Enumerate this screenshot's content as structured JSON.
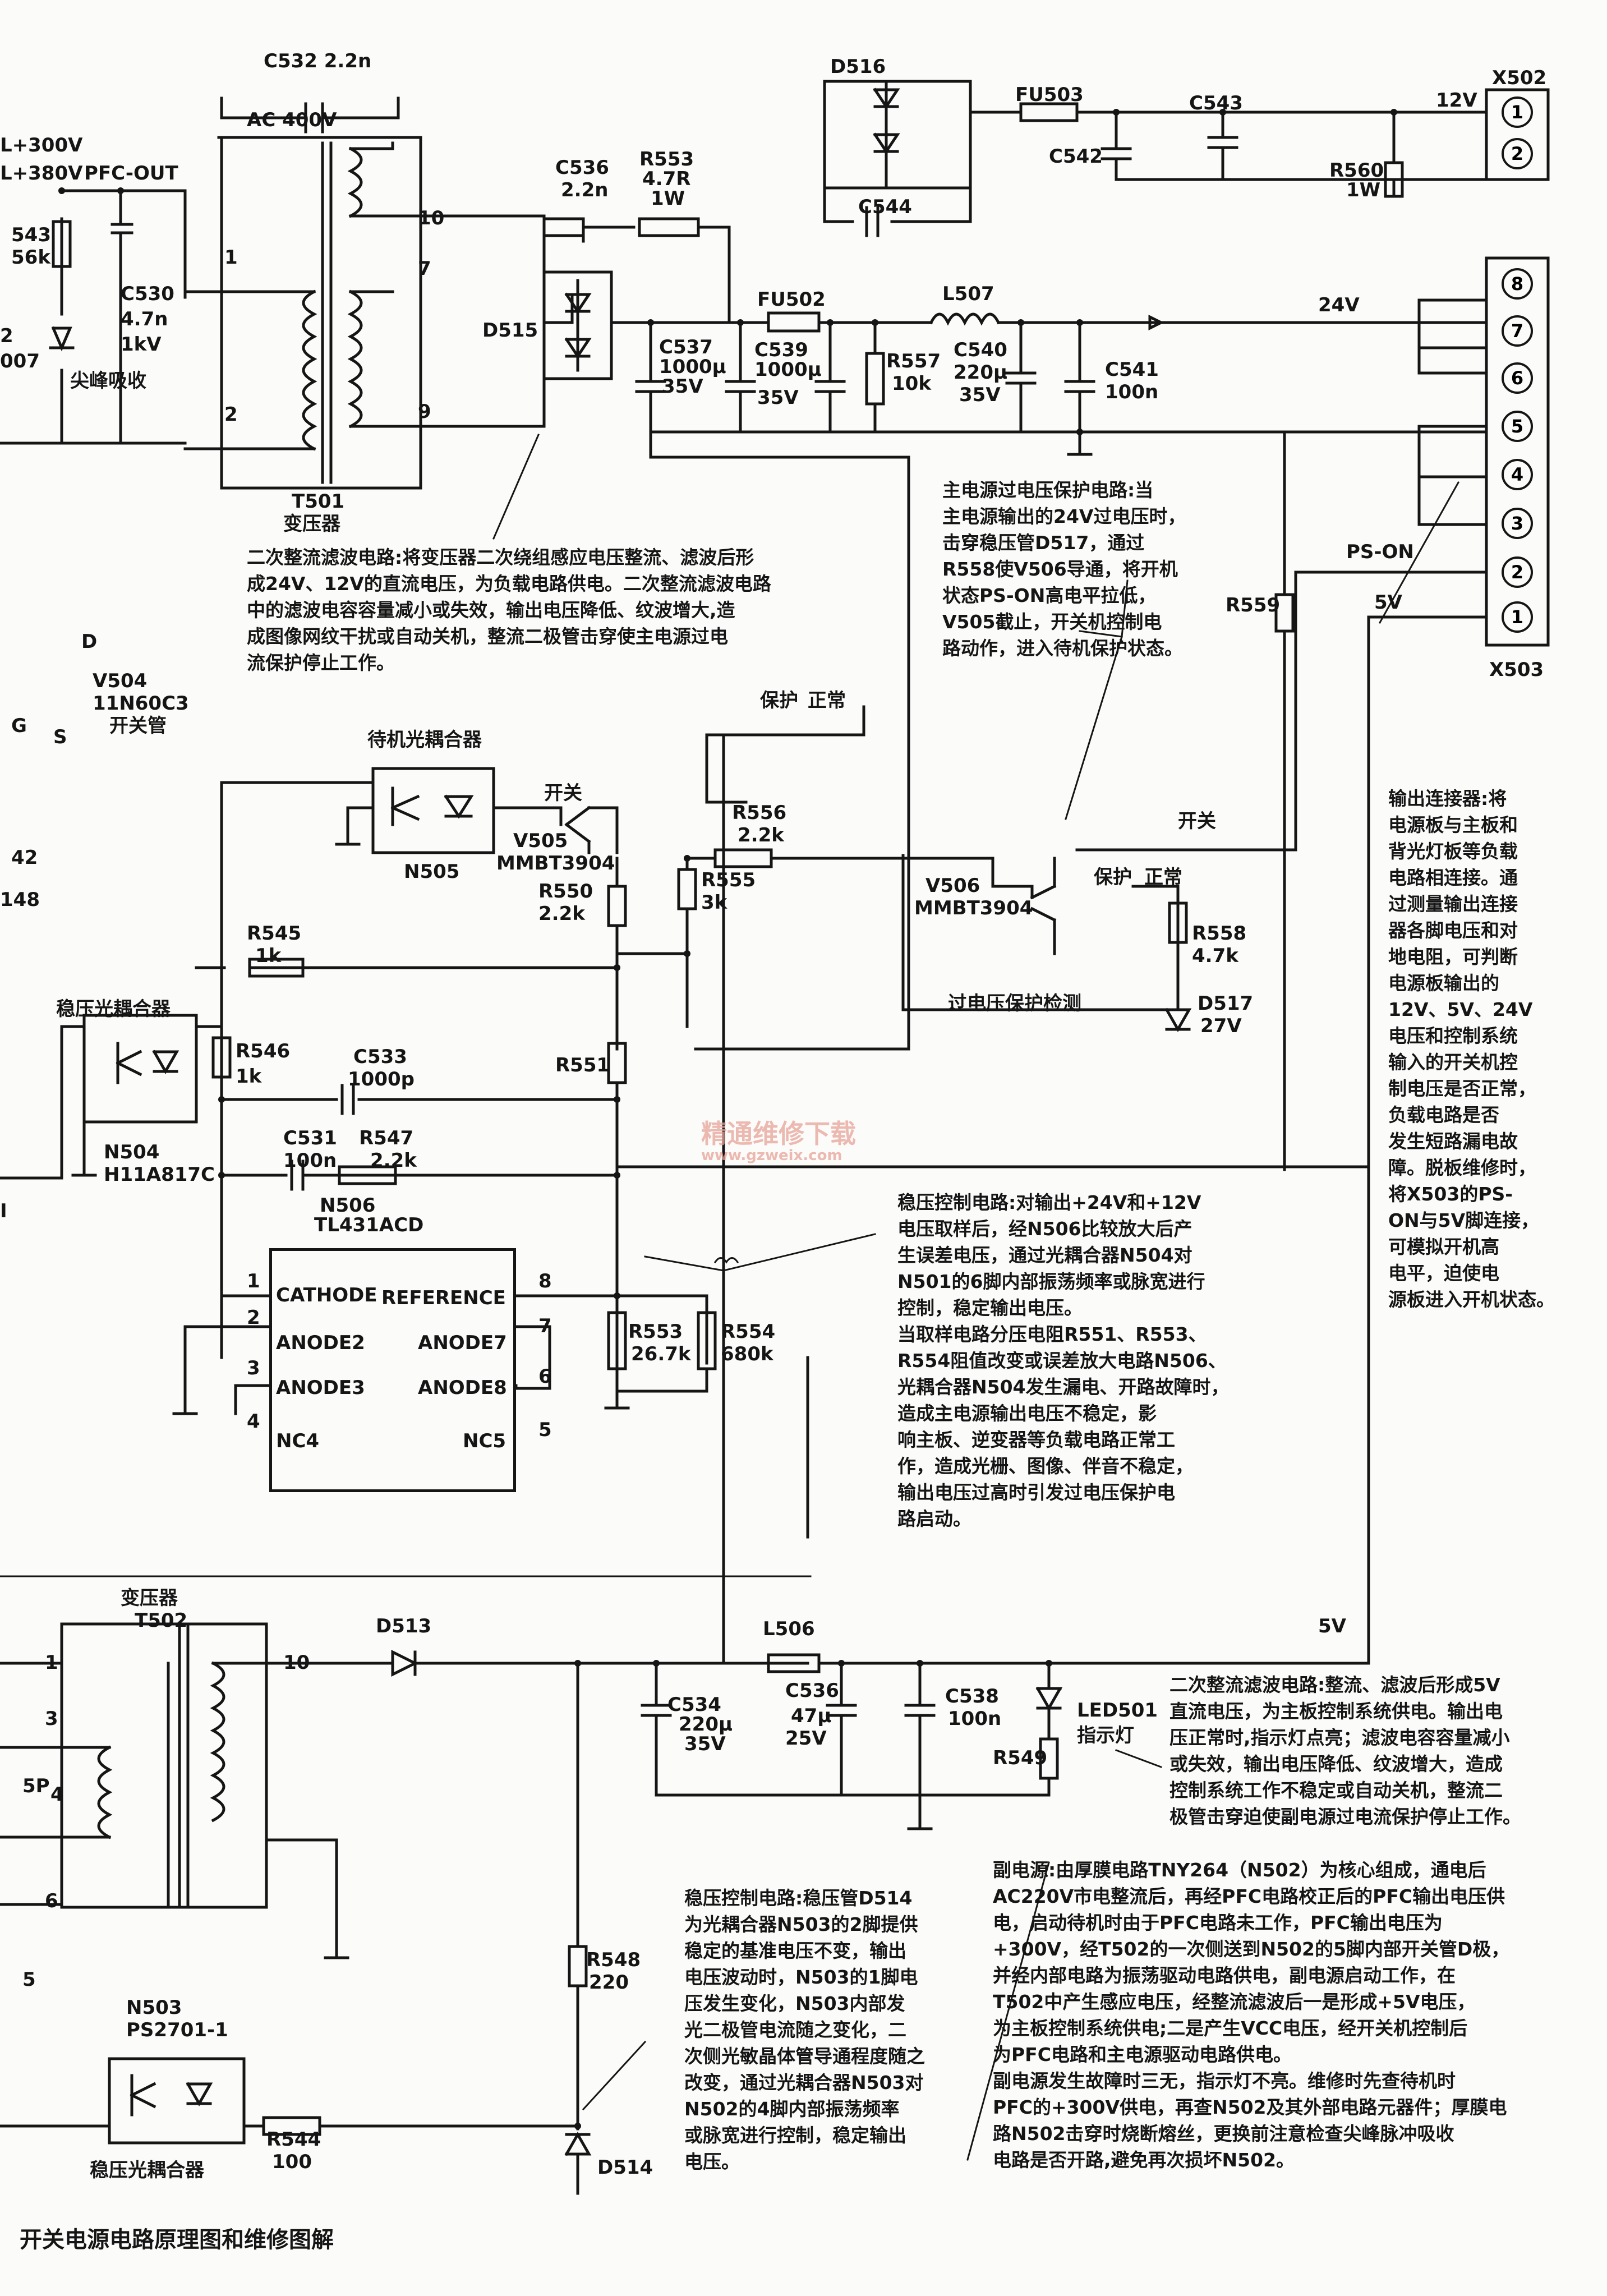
{
  "caption": "开关电源电路原理图和维修图解",
  "watermark": {
    "line1": "精通维修下载",
    "line2": "www.gzweix.com"
  },
  "components": {
    "c532": "C532 2.2n",
    "ac400v": "AC 400V",
    "v300": "L+300V",
    "v380": "L+380V",
    "pfc_out": "PFC-OUT",
    "r543a": "543",
    "r543b": "56k",
    "c530a": "C530",
    "c530b": "4.7n",
    "c530c": "1kV",
    "d_frag_a": "2",
    "d_frag_b": "007",
    "spike": "尖峰吸收",
    "t501_name": "T501",
    "t501_desc": "变压器",
    "c536a": "C536",
    "c536b": "2.2n",
    "r553a": "R553",
    "r553b": "4.7R",
    "r553c": "1W",
    "d515": "D515",
    "d516": "D516",
    "c544": "C544",
    "fu503": "FU503",
    "c543": "C543",
    "c542": "C542",
    "r560a": "R560",
    "r560b": "1W",
    "v12": "12V",
    "x502": "X502",
    "fu502": "FU502",
    "l507": "L507",
    "c537a": "C537",
    "c537b": "1000μ",
    "c537c": "35V",
    "c539a": "C539",
    "c539b": "1000μ",
    "c539c": "35V",
    "r557a": "R557",
    "r557b": "10k",
    "c540a": "C540",
    "c540b": "220μ",
    "c540c": "35V",
    "c541a": "C541",
    "c541b": "100n",
    "v24": "24V",
    "ps_on": "PS-ON",
    "v5": "5V",
    "x503": "X503",
    "r559": "R559",
    "v504_d": "D",
    "v504a": "V504",
    "v504b": "11N60C3",
    "v504c": "开关管",
    "v504_g": "G",
    "v504_s": "S",
    "frag42": "42",
    "frag148": "148",
    "standby_oc": "待机光耦合器",
    "protect": "保护",
    "normal": "正常",
    "on_off": "开关",
    "v505a": "V505",
    "v505b": "MMBT3904",
    "r556a": "R556",
    "r556b": "2.2k",
    "r555a": "R555",
    "r555b": "3k",
    "r550a": "R550",
    "r550b": "2.2k",
    "n505": "N505",
    "v506a": "V506",
    "v506b": "MMBT3904",
    "r558a": "R558",
    "r558b": "4.7k",
    "d517a": "D517",
    "d517b": "27V",
    "ovp_detect": "过电压保护检测",
    "r545a": "R545",
    "r545b": "1k",
    "reg_oc": "稳压光耦合器",
    "r546a": "R546",
    "r546b": "1k",
    "c533a": "C533",
    "c533b": "1000p",
    "r551": "R551",
    "n504a": "N504",
    "n504b": "H11A817C",
    "c531a": "C531",
    "c531b": "100n",
    "r547a": "R547",
    "r547b": "2.2k",
    "n506a": "N506",
    "n506b": "TL431ACD",
    "r553_2a": "R553",
    "r553_2b": "26.7k",
    "r554a": "R554",
    "r554b": "680k",
    "frag_i": "I",
    "t502_desc": "变压器",
    "t502_name": "T502",
    "d513": "D513",
    "l506": "L506",
    "c534a": "C534",
    "c534b": "220μ",
    "c534c": "35V",
    "c536_2a": "C536",
    "c536_2b": "47μ",
    "c536_2c": "25V",
    "c538a": "C538",
    "c538b": "100n",
    "led501a": "LED501",
    "led501b": "指示灯",
    "r549": "R549",
    "v5b": "5V",
    "p5": "5P",
    "r548a": "R548",
    "r548b": "220",
    "n503a": "N503",
    "n503b": "PS2701-1",
    "r544a": "R544",
    "r544b": "100",
    "reg_oc2": "稳压光耦合器",
    "d514": "D514"
  },
  "pins": {
    "t501_1": "1",
    "t501_2": "2",
    "t501_7": "7",
    "t501_9": "9",
    "t501_10": "10",
    "t502_1": "1",
    "t502_3": "3",
    "t502_4": "4",
    "t502_6": "6",
    "t502_10": "10",
    "t502_5": "5",
    "x502": [
      "1",
      "2"
    ],
    "x503": [
      "8",
      "7",
      "6",
      "5",
      "4",
      "3",
      "2",
      "1"
    ]
  },
  "ic_n506": {
    "left": [
      "CATHODE",
      "ANODE2",
      "ANODE3",
      "NC4"
    ],
    "right": [
      "REFERENCE",
      "ANODE7",
      "ANODE8",
      "NC5"
    ],
    "left_nums": [
      "1",
      "2",
      "3",
      "4"
    ],
    "right_nums": [
      "8",
      "7",
      "6",
      "5"
    ]
  },
  "notes": {
    "secondary_main": "二次整流滤波电路:将变压器二次绕组感应电压整流、滤波后形\n成24V、12V的直流电压，为负载电路供电。二次整流滤波电路\n中的滤波电容容量减小或失效，输出电压降低、纹波增大,造\n成图像网纹干扰或自动关机，整流二极管击穿使主电源过电\n流保护停止工作。",
    "ovp": "主电源过电压保护电路:当\n主电源输出的24V过电压时，\n击穿稳压管D517，通过\nR558使V506导通，将开机\n状态PS-ON高电平拉低，\nV505截止，开关机控制电\n路动作，进入待机保护状态。",
    "connector": "输出连接器:将\n电源板与主板和\n背光灯板等负载\n电路相连接。通\n过测量输出连接\n器各脚电压和对\n地电阻，可判断\n电源板输出的\n12V、5V、24V\n电压和控制系统\n输入的开关机控\n制电压是否正常，\n负载电路是否\n发生短路漏电故\n障。脱板维修时，\n将X503的PS-\nON与5V脚连接，\n可模拟开机高\n电平，迫使电\n源板进入开机状态。",
    "regulation_main": "稳压控制电路:对输出+24V和+12V\n电压取样后，经N506比较放大后产\n生误差电压，通过光耦合器N504对\nN501的6脚内部振荡频率或脉宽进行\n控制，稳定输出电压。\n当取样电路分压电阻R551、R553、\nR554阻值改变或误差放大电路N506、\n光耦合器N504发生漏电、开路故障时，\n造成主电源输出电压不稳定，影\n响主板、逆变器等负载电路正常工\n作，造成光栅、图像、伴音不稳定，\n输出电压过高时引发过电压保护电\n路启动。",
    "secondary_aux": "二次整流滤波电路:整流、滤波后形成5V\n直流电压，为主板控制系统供电。输出电\n压正常时,指示灯点亮；滤波电容容量减小\n或失效，输出电压降低、纹波增大，造成\n控制系统工作不稳定或自动关机，整流二\n极管击穿迫使副电源过电流保护停止工作。",
    "regulation_aux": "稳压控制电路:稳压管D514\n为光耦合器N503的2脚提供\n稳定的基准电压不变，输出\n电压波动时，N503的1脚电\n压发生变化，N503内部发\n光二极管电流随之变化，二\n次侧光敏晶体管导通程度随之\n改变，通过光耦合器N503对\nN502的4脚内部振荡频率\n或脉宽进行控制，稳定输出\n电压。",
    "aux_power": "副电源:由厚膜电路TNY264（N502）为核心组成，通电后\nAC220V市电整流后，再经PFC电路校正后的PFC输出电压供\n电，启动待机时由于PFC电路未工作，PFC输出电压为\n+300V，经T502的一次侧送到N502的5脚内部开关管D极，\n并经内部电路为振荡驱动电路供电，副电源启动工作，在\nT502中产生感应电压，经整流滤波后一是形成+5V电压，\n为主板控制系统供电;二是产生VCC电压，经开关机控制后\n为PFC电路和主电源驱动电路供电。\n副电源发生故障时三无，指示灯不亮。维修时先查待机时\nPFC的+300V供电，再查N502及其外部电路元器件；厚膜电\n路N502击穿时烧断熔丝，更换前注意检查尖峰脉冲吸收\n电路是否开路,避免再次损坏N502。"
  }
}
